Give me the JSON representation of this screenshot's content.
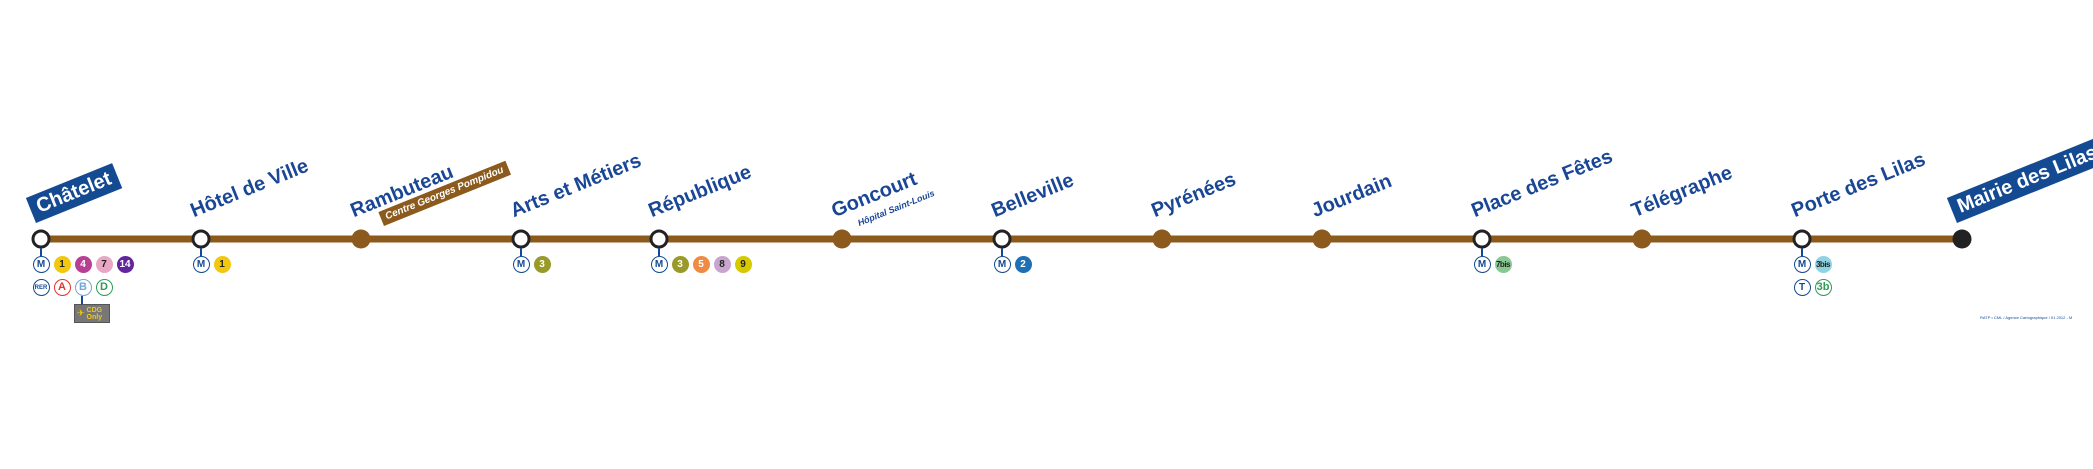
{
  "line": {
    "color": "#8b5a1c",
    "terminus_color": "#222222"
  },
  "stations": [
    {
      "name": "Châtelet",
      "terminus": true,
      "interchange": true,
      "rows": [
        [
          {
            "t": "M",
            "k": "metro-icon"
          },
          {
            "t": "1",
            "bg": "#f2c80f",
            "k": "line-1-badge",
            "dark": true
          },
          {
            "t": "4",
            "bg": "#b84094",
            "k": "line-4-badge"
          },
          {
            "t": "7",
            "bg": "#e9a6c5",
            "k": "line-7-badge",
            "dark": true
          },
          {
            "t": "14",
            "bg": "#62259d",
            "k": "line-14-badge"
          }
        ],
        [
          {
            "t": "RER",
            "k": "rer-icon"
          },
          {
            "t": "A",
            "c": "#e3342f",
            "k": "rer-a-badge"
          },
          {
            "t": "B",
            "c": "#6ea7d8",
            "k": "rer-b-badge"
          },
          {
            "t": "D",
            "c": "#2e9b56",
            "k": "rer-d-badge"
          }
        ]
      ],
      "cdg": {
        "text": "CDG Only"
      }
    },
    {
      "name": "Hôtel de Ville",
      "interchange": true,
      "rows": [
        [
          {
            "t": "M",
            "k": "metro-icon"
          },
          {
            "t": "1",
            "bg": "#f2c80f",
            "k": "line-1-badge",
            "dark": true
          }
        ]
      ]
    },
    {
      "name": "Rambuteau",
      "sub": "Centre Georges Pompidou",
      "subStyle": "tag"
    },
    {
      "name": "Arts et Métiers",
      "interchange": true,
      "rows": [
        [
          {
            "t": "M",
            "k": "metro-icon"
          },
          {
            "t": "3",
            "bg": "#9a9a2a",
            "k": "line-3-badge"
          }
        ]
      ]
    },
    {
      "name": "République",
      "interchange": true,
      "rows": [
        [
          {
            "t": "M",
            "k": "metro-icon"
          },
          {
            "t": "3",
            "bg": "#9a9a2a",
            "k": "line-3-badge"
          },
          {
            "t": "5",
            "bg": "#ef8b44",
            "k": "line-5-badge"
          },
          {
            "t": "8",
            "bg": "#c9a4cf",
            "k": "line-8-badge",
            "dark": true
          },
          {
            "t": "9",
            "bg": "#d5c900",
            "k": "line-9-badge",
            "dark": true
          }
        ]
      ]
    },
    {
      "name": "Goncourt",
      "sub": "Hôpital Saint-Louis",
      "subStyle": "plain"
    },
    {
      "name": "Belleville",
      "interchange": true,
      "rows": [
        [
          {
            "t": "M",
            "k": "metro-icon"
          },
          {
            "t": "2",
            "bg": "#1f6fb5",
            "k": "line-2-badge"
          }
        ]
      ]
    },
    {
      "name": "Pyrénées"
    },
    {
      "name": "Jourdain"
    },
    {
      "name": "Place des Fêtes",
      "interchange": true,
      "rows": [
        [
          {
            "t": "M",
            "k": "metro-icon"
          },
          {
            "t": "7bis",
            "bg": "#89c793",
            "k": "line-7bis-badge",
            "dark": true,
            "wide": true
          }
        ]
      ]
    },
    {
      "name": "Télégraphe"
    },
    {
      "name": "Porte des Lilas",
      "interchange": true,
      "rows": [
        [
          {
            "t": "M",
            "k": "metro-icon"
          },
          {
            "t": "3bis",
            "bg": "#8fd3e3",
            "k": "line-3bis-badge",
            "dark": true,
            "wide": true
          }
        ],
        [
          {
            "t": "T",
            "k": "tram-icon"
          },
          {
            "t": "3b",
            "c": "#2e9b56",
            "k": "tram-3b-badge"
          }
        ]
      ]
    },
    {
      "name": "Mairie des Lilas",
      "terminus": true,
      "end": true
    }
  ],
  "credit": "RATP • CML / Agence Cartographique / 01 2012 - M"
}
